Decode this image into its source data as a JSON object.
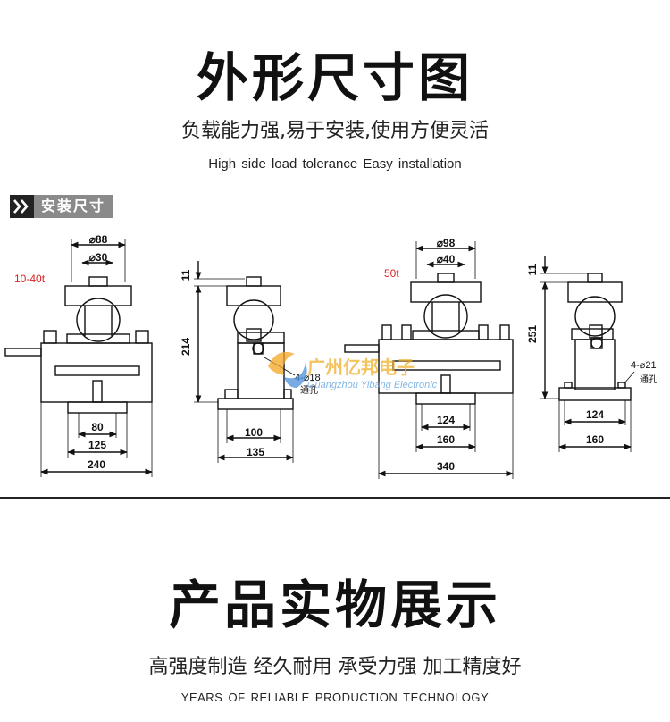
{
  "section1": {
    "title": "外形尺寸图",
    "subtitle": "负载能力强,易于安装,使用方便灵活",
    "english": "High side load tolerance    Easy installation",
    "tag": "安装尺寸"
  },
  "drawing": {
    "range_left": "10-40t",
    "range_right": "50t",
    "left_front": {
      "d_outer": "⌀88",
      "d_inner": "⌀30",
      "w80": "80",
      "w125": "125",
      "w240": "240"
    },
    "left_side": {
      "h11": "11",
      "h214": "214",
      "hole": "4-⌀18",
      "hole_note": "通孔",
      "w100": "100",
      "w135": "135"
    },
    "right_front": {
      "d_outer": "⌀98",
      "d_inner": "⌀40",
      "w124": "124",
      "w160": "160",
      "w340": "340"
    },
    "right_side": {
      "h11": "11",
      "h251": "251",
      "hole": "4-⌀21",
      "hole_note": "通孔",
      "w124": "124",
      "w160": "160"
    },
    "watermark_cn": "广州亿邦电子",
    "watermark_en": "Guangzhou Yibang Electronic"
  },
  "section2": {
    "title": "产品实物展示",
    "subtitle": "高强度制造 经久耐用 承受力强 加工精度好",
    "english": "YEARS OF RELIABLE PRODUCTION TECHNOLOGY"
  }
}
